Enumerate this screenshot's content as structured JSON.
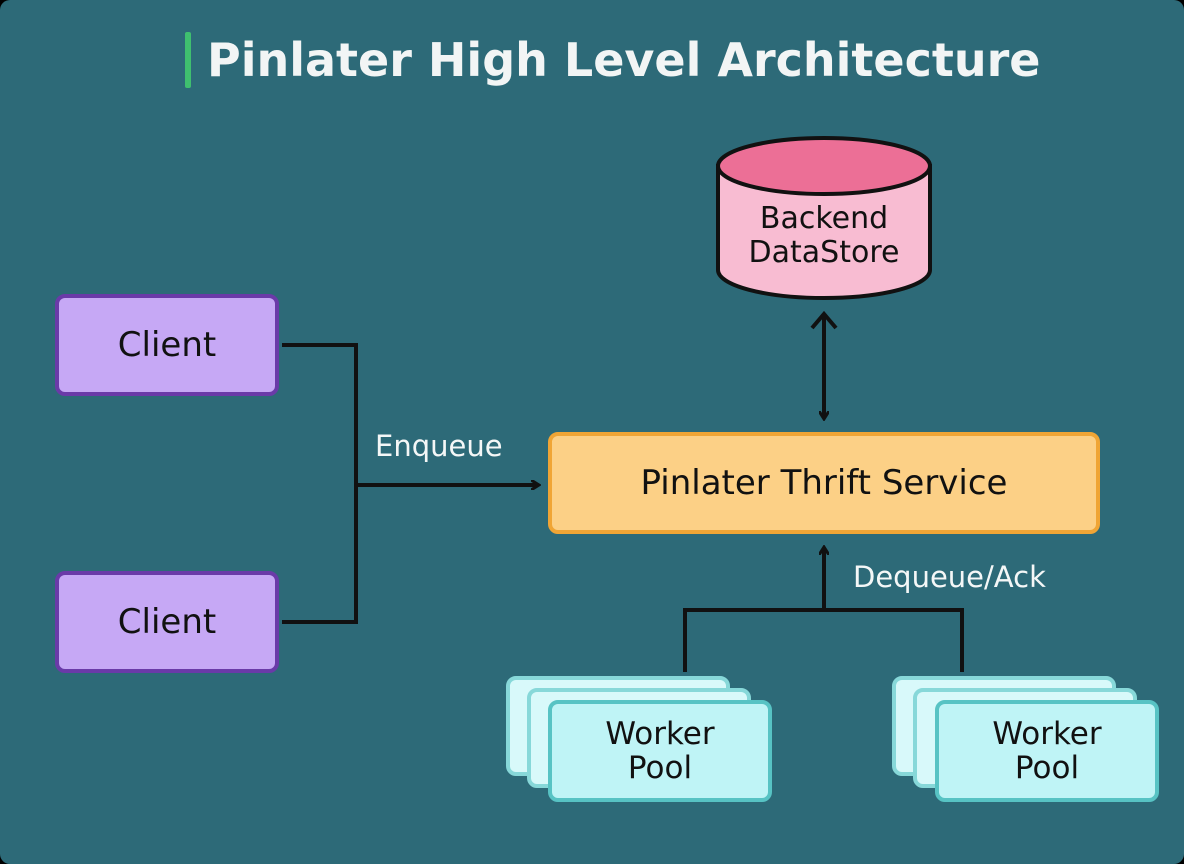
{
  "title": "Pinlater High Level Architecture",
  "nodes": {
    "datastore": {
      "line1": "Backend",
      "line2": "DataStore"
    },
    "client_top": "Client",
    "client_bottom": "Client",
    "service": "Pinlater Thrift Service",
    "worker_left": {
      "line1": "Worker",
      "line2": "Pool"
    },
    "worker_right": {
      "line1": "Worker",
      "line2": "Pool"
    }
  },
  "edges": {
    "enqueue": "Enqueue",
    "dequeue": "Dequeue/Ack"
  },
  "colors": {
    "background": "#2d6a78",
    "title_accent": "#3fbf6f",
    "client_fill": "#c6a8f5",
    "client_border": "#6a3aa8",
    "service_fill": "#fcd086",
    "service_border": "#f0a535",
    "datastore_fill": "#f8bcd2",
    "datastore_top": "#ec6f96",
    "worker_fill": "#bff4f6",
    "worker_border": "#57c3c4"
  }
}
